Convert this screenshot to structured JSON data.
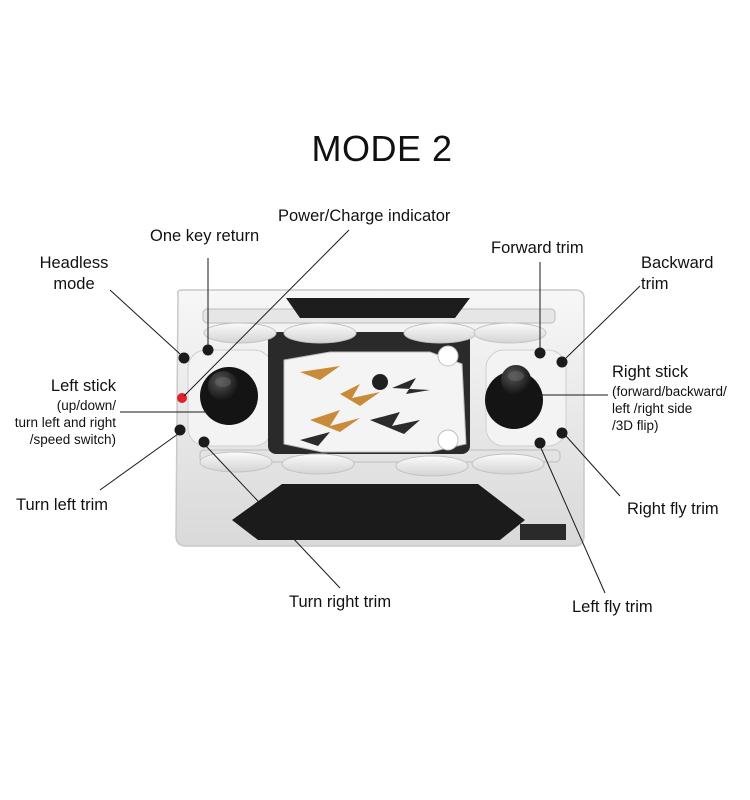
{
  "title": "MODE 2",
  "labels": {
    "power_charge_indicator": "Power/Charge indicator",
    "one_key_return": "One key return",
    "headless_mode_line1": "Headless",
    "headless_mode_line2": "mode",
    "forward_trim": "Forward trim",
    "backward_trim_line1": "Backward",
    "backward_trim_line2": "trim",
    "left_stick": "Left stick",
    "left_stick_desc": [
      "(up/down/",
      "turn left and right",
      "/speed switch)"
    ],
    "right_stick": "Right stick",
    "right_stick_desc": [
      "(forward/backward/",
      "left /right side",
      "/3D flip)"
    ],
    "turn_left_trim": "Turn left trim",
    "turn_right_trim": "Turn right trim",
    "right_fly_trim": "Right fly trim",
    "left_fly_trim": "Left fly trim"
  },
  "colors": {
    "indicator_led": "#e0202a",
    "controller_dark": "#1b1b1b",
    "controller_light": "#f2f2f2",
    "drone_accent": "#c98a3a"
  }
}
